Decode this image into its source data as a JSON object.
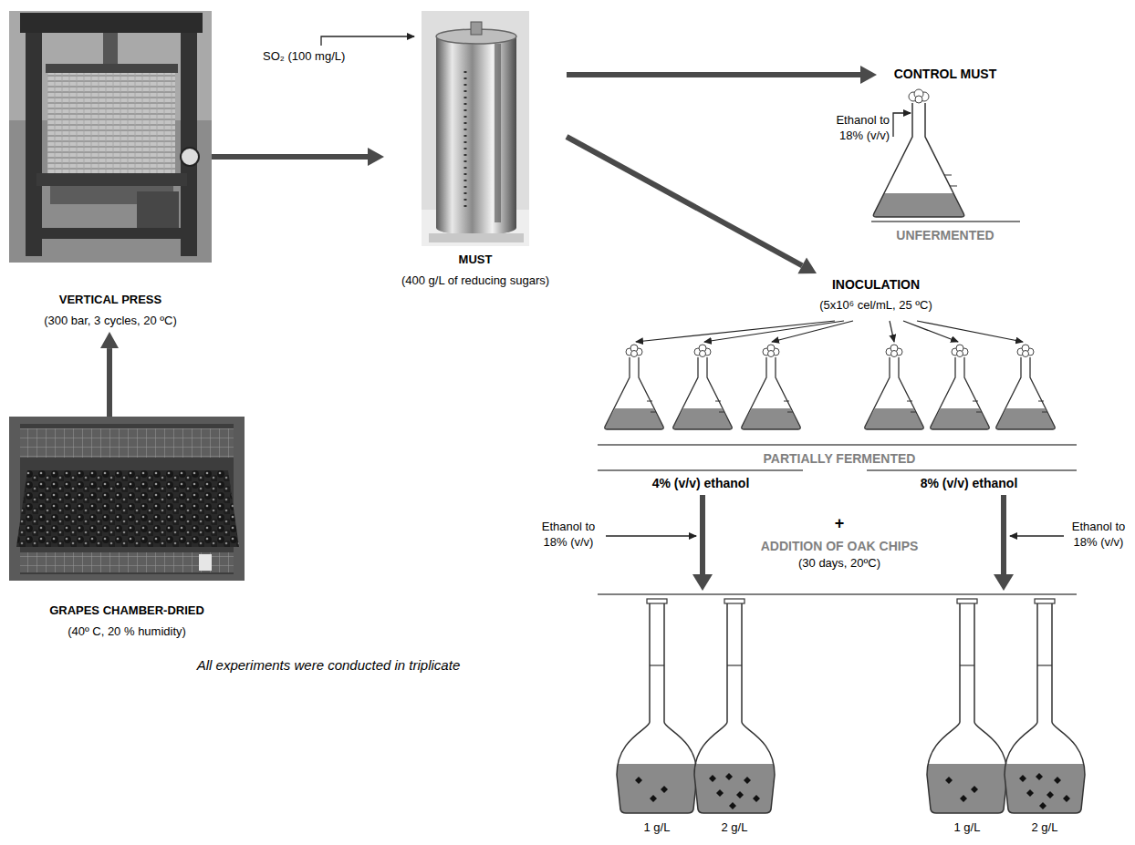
{
  "diagram": {
    "nodes": [
      {
        "text": [
          "GRAPES CHAMBER-DRIED",
          "(40º C, 20 % humidity)"
        ]
      },
      {
        "text": [
          "VERTICAL PRESS",
          "(300 bar, 3 cycles, 20 ºC)"
        ]
      },
      {
        "text": [
          "MUST",
          "(400 g/L of reducing sugars)"
        ]
      },
      {
        "text": [
          "CONTROL MUST"
        ]
      },
      {
        "text": [
          "INOCULATION",
          "(5x10⁶ cel/mL, 25 ºC)"
        ]
      }
    ],
    "edges": [
      {
        "from": 0,
        "to": 1,
        "arrow": "to"
      },
      {
        "from": 1,
        "to": 2,
        "arrow": "to"
      },
      {
        "from": 2,
        "to": 3,
        "arrow": "to"
      },
      {
        "from": 2,
        "to": 4,
        "arrow": "to"
      }
    ],
    "labels": [
      "SO₂ (100 mg/L)",
      "Ethanol to 18% (v/v)",
      "UNFERMENTED",
      "PARTIALLY FERMENTED",
      "4% (v/v) ethanol",
      "8% (v/v) ethanol",
      "Ethanol to 18% (v/v)",
      "+",
      "ADDITION OF OAK CHIPS",
      "(30 days, 20ºC)",
      "Ethanol to 18% (v/v)",
      "1 g/L",
      "2 g/L",
      "1 g/L",
      "2 g/L",
      "All experiments were conducted in triplicate"
    ]
  }
}
